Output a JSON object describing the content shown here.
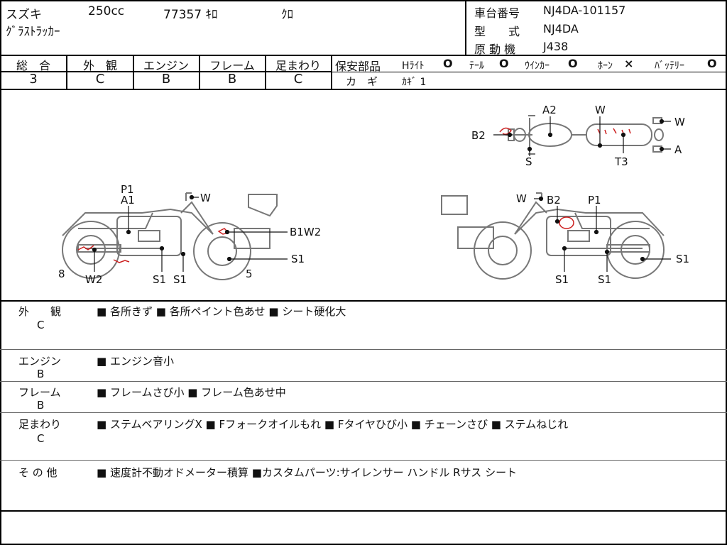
{
  "header": {
    "maker": "スズキ",
    "displacement": "250cc",
    "mileage": "77357 ｷﾛ",
    "color": "ｸﾛ",
    "model_name": "ｸﾞﾗｽﾄﾗｯｶｰ",
    "frame_no_label": "車台番号",
    "frame_no": "NJ4DA-101157",
    "model_label": "型　　式",
    "model_code": "NJ4DA",
    "engine_label": "原 動 機",
    "engine_code": "J438"
  },
  "grades": {
    "overall_label": "総　合",
    "overall": "3",
    "exterior_label": "外　観",
    "exterior": "C",
    "engine_label": "エンジン",
    "engine": "B",
    "frame_label": "フレーム",
    "frame": "B",
    "suspension_label": "足まわり",
    "suspension": "C"
  },
  "safety": {
    "label": "保安部品",
    "headlight": "Hﾗｲﾄ",
    "tail": "ﾃｰﾙ",
    "winker": "ｳｲﾝｶｰ",
    "horn": "ﾎｰﾝ",
    "battery": "ﾊﾞｯﾃﾘｰ",
    "key_label": "カ　ギ",
    "key_value": "ｶｷﾞ 1",
    "mark_ok": "O",
    "mark_ng": "×"
  },
  "diagram_labels": {
    "top_a2": "A2",
    "top_w1": "W",
    "top_w2": "W",
    "top_b2": "B2",
    "top_a": "A",
    "top_s": "S",
    "top_t3": "T3",
    "left_p1": "P1",
    "left_a1": "A1",
    "left_w": "W",
    "left_b1w2": "B1W2",
    "left_s1a": "S1",
    "left_5": "5",
    "left_8": "8",
    "left_w2": "W2",
    "left_s1b": "S1",
    "left_s1c": "S1",
    "right_w": "W",
    "right_b2": "B2",
    "right_p1": "P1",
    "right_s1a": "S1",
    "right_s1b": "S1",
    "right_s1c": "S1"
  },
  "notes": [
    {
      "title": "外　　観",
      "grade": "C",
      "text": "■ 各所きず ■ 各所ペイント色あせ ■ シート硬化大"
    },
    {
      "title": "エンジン",
      "grade": "B",
      "text": "■ エンジン音小"
    },
    {
      "title": "フレーム",
      "grade": "B",
      "text": "■ フレームさび小 ■ フレーム色あせ中"
    },
    {
      "title": "足まわり",
      "grade": "C",
      "text": "■ ステムベアリングX ■ Fフォークオイルもれ ■ Fタイヤひび小 ■ チェーンさび ■ ステムねじれ"
    },
    {
      "title": "そ の 他",
      "grade": "",
      "text": "■ 速度計不動オドメーター積算 ■カスタムパーツ:サイレンサー ハンドル Rサス シート"
    }
  ],
  "colors": {
    "ink": "#111111",
    "damage": "#cc1f1f",
    "diagram": "#777777"
  }
}
